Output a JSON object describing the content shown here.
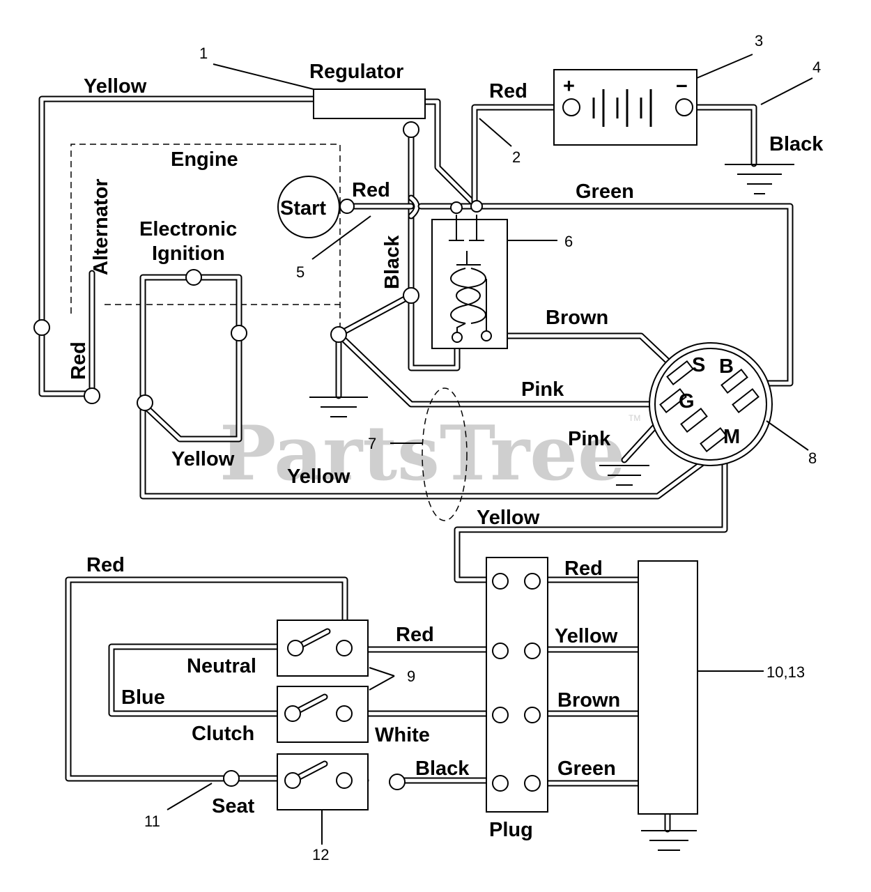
{
  "labels": {
    "regulator": "Regulator",
    "engine": "Engine",
    "alternator": "Alternator",
    "electronic": "Electronic",
    "ignition": "Ignition",
    "start": "Start",
    "plug": "Plug",
    "neutral": "Neutral",
    "clutch": "Clutch",
    "seat": "Seat",
    "plus": "+",
    "minus": "−",
    "s": "S",
    "b": "B",
    "g": "G",
    "m": "M"
  },
  "wires": {
    "yellow_top": "Yellow",
    "red_battery": "Red",
    "black_ground": "Black",
    "red_start": "Red",
    "green": "Green",
    "black_vertical": "Black",
    "brown_top": "Brown",
    "red_alternator": "Red",
    "pink_top": "Pink",
    "pink_lower": "Pink",
    "yellow_ignition": "Yellow",
    "yellow_bottom": "Yellow",
    "yellow_m": "Yellow",
    "red_left": "Red",
    "red_plug_top": "Red",
    "red_neutral": "Red",
    "yellow_plug": "Yellow",
    "blue": "Blue",
    "brown_plug": "Brown",
    "white": "White",
    "black_plug": "Black",
    "green_plug": "Green"
  },
  "callouts": [
    "1",
    "2",
    "3",
    "4",
    "5",
    "6",
    "7",
    "8",
    "9",
    "10,13",
    "11",
    "12"
  ],
  "watermark": {
    "text": "PartsTree",
    "tm": "TM"
  }
}
